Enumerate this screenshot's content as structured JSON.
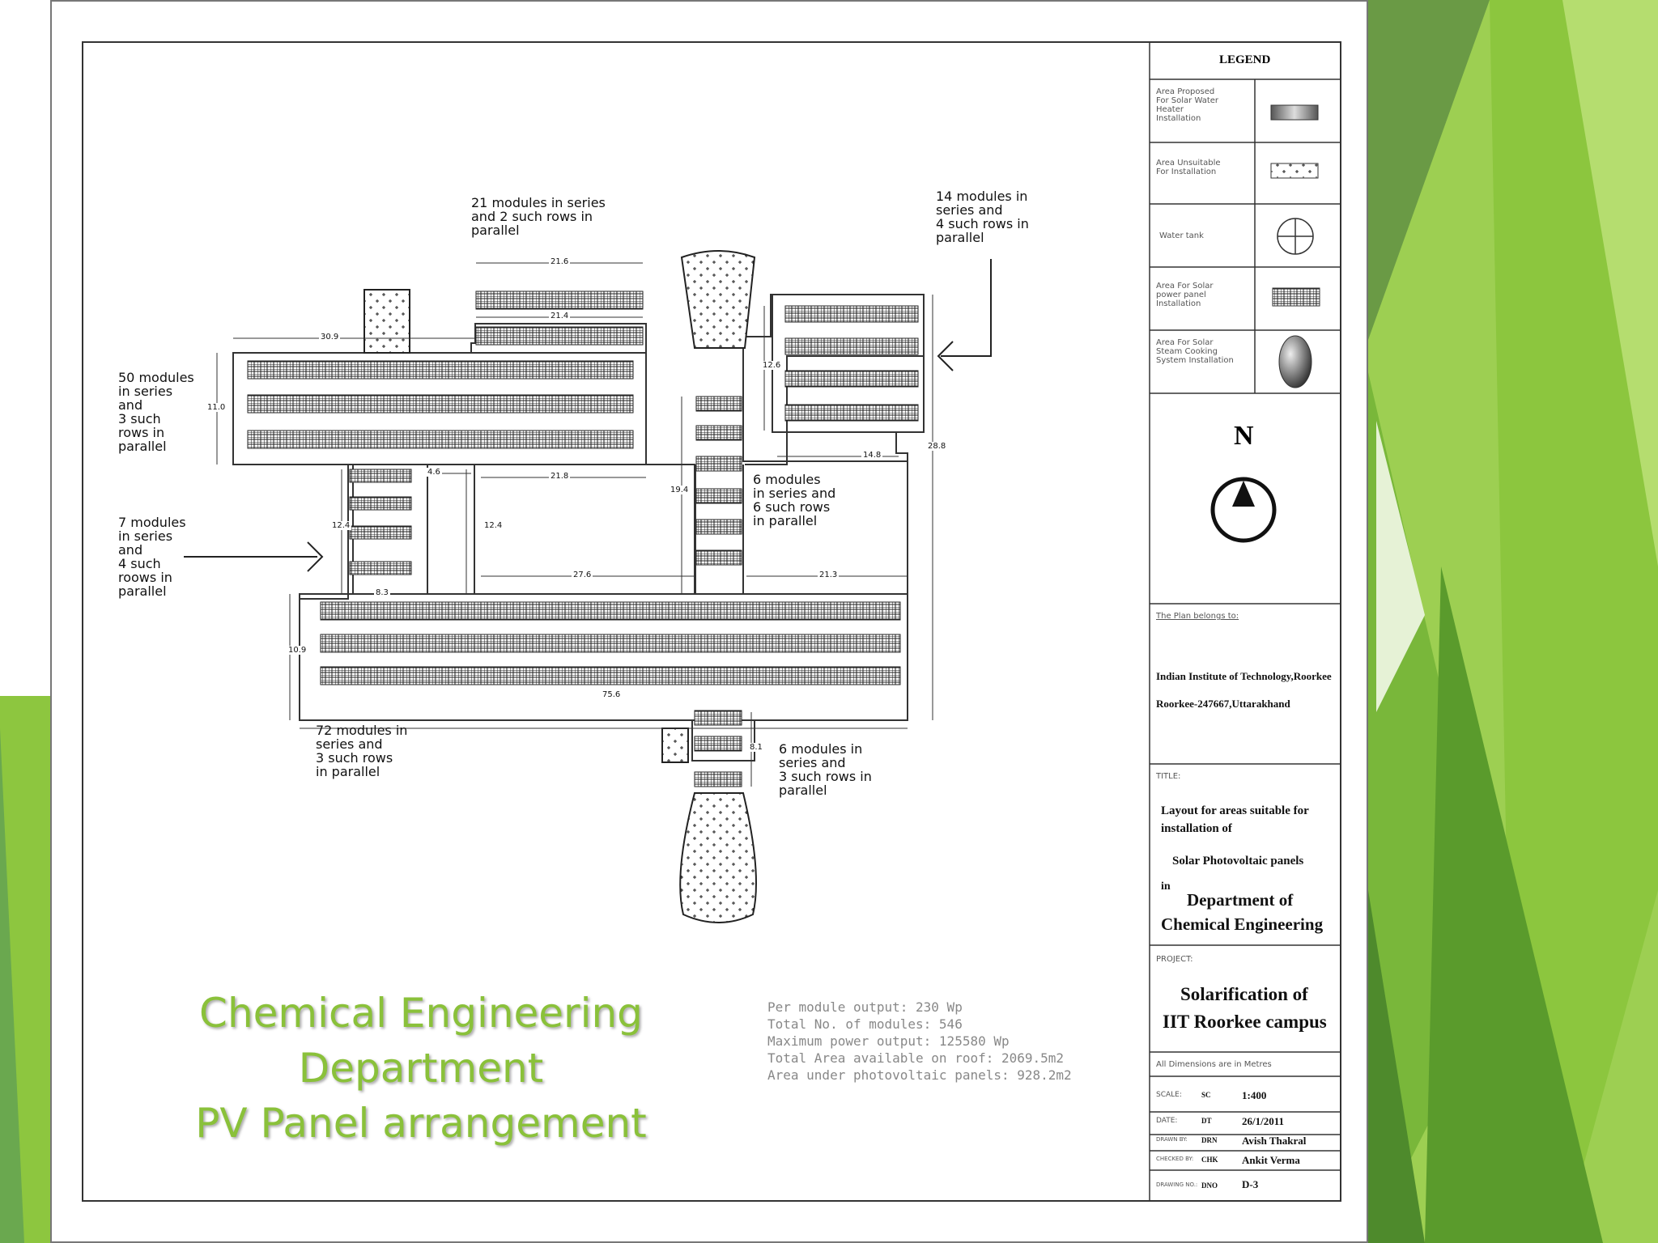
{
  "caption": {
    "line1": "Chemical Engineering",
    "line2": "Department",
    "line3": "PV Panel arrangement"
  },
  "annotations": {
    "a21": "21 modules in series\nand 2 such rows in\nparallel",
    "a14": "14 modules in\nseries and\n4 such rows in\nparallel",
    "a50": "50 modules\nin series\nand\n3 such\nrows in\nparallel",
    "a7": "7 modules\nin series\nand\n4 such\nroows in\nparallel",
    "a6a": "6 modules\nin series and\n6 such rows\nin parallel",
    "a72": "72 modules in\nseries and\n 3 such rows\nin parallel",
    "a6b": "6 modules in\nseries and\n3 such rows in\nparallel"
  },
  "dimensions": {
    "d216": "21.6",
    "d214": "21.4",
    "d309": "30.9",
    "d110": "11.0",
    "d46": "4.6",
    "d218": "21.8",
    "d124a": "12.4",
    "d124b": "12.4",
    "d83": "8.3",
    "d276": "27.6",
    "d194": "19.4",
    "d213": "21.3",
    "d126": "12.6",
    "d148": "14.8",
    "d288": "28.8",
    "d109": "10.9",
    "d756": "75.6",
    "d81": "8.1"
  },
  "specs": [
    "Per module output: 230 Wp",
    "Total No. of modules: 546",
    "Maximum power output: 125580 Wp",
    "Total Area available on roof: 2069.5m2",
    "Area under photovoltaic panels: 928.2m2"
  ],
  "legend": {
    "title": "LEGEND",
    "items": [
      {
        "label": "Area Proposed\nFor Solar Water\nHeater\nInstallation",
        "icon": "gradient-rect-icon"
      },
      {
        "label": "Area Unsuitable\nFor Installation",
        "icon": "dotted-rect-icon"
      },
      {
        "label": "Water tank",
        "icon": "crosshair-circle-icon"
      },
      {
        "label": "Area For Solar\npower panel\nInstallation",
        "icon": "grid-rect-icon"
      },
      {
        "label": "Area For Solar\nSteam Cooking\nSystem Installation",
        "icon": "shaded-ellipse-icon"
      }
    ]
  },
  "north_label": "N",
  "title_block": {
    "belongs_label": "The Plan belongs to:",
    "owner1": "Indian Institute of Technology,Roorkee",
    "owner2": "Roorkee-247667,Uttarakhand",
    "title_label": "TITLE:",
    "title1": "Layout for areas suitable for",
    "title1b": "installation of",
    "title2": "Solar Photovoltaic panels",
    "title3": "in",
    "title4": "Department of",
    "title5": "Chemical Engineering",
    "project_label": "PROJECT:",
    "project1": "Solarification of",
    "project2": "IIT Roorkee campus",
    "dims_note": "All Dimensions are in Metres",
    "rows": [
      {
        "key": "SCALE:",
        "code": "SC",
        "value": "1:400"
      },
      {
        "key": "DATE:",
        "code": "DT",
        "value": "26/1/2011"
      },
      {
        "key": "DRAWN BY:",
        "code": "DRN",
        "value": "Avish Thakral"
      },
      {
        "key": "CHECKED BY:",
        "code": "CHK",
        "value": "Ankit Verma"
      },
      {
        "key": "DRAWING NO.:",
        "code": "DNO",
        "value": "D-3"
      }
    ]
  },
  "colors": {
    "green_light": "#8dc63f",
    "green_mid": "#6aa84f",
    "green_dark": "#4e8a2c",
    "caption": "#8ac13a"
  }
}
